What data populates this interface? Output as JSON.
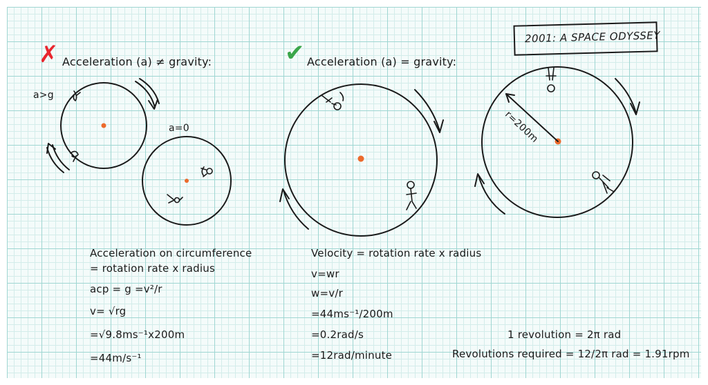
{
  "title": "2001: A SPACE ODYSSEY",
  "colors": {
    "wrong": "#e8262e",
    "right": "#3aa64a",
    "center": "#ec6a2c",
    "ink": "#1a1a1a"
  },
  "left": {
    "mark_symbol": "✗",
    "heading": "Acceleration (a) ≠ gravity:",
    "label_big": "a>g",
    "label_small": "a=0"
  },
  "middle": {
    "mark_symbol": "✔",
    "heading": "Acceleration (a) = gravity:"
  },
  "right": {
    "radius_label": "r=200m"
  },
  "formulas_left": {
    "line1": "Acceleration on circumference",
    "line2": "= rotation rate x radius",
    "line3": "acp = g =v²/r",
    "line4": "v= √rg",
    "line5": "=√9.8ms⁻¹x200m",
    "line6": "=44m/s⁻¹"
  },
  "formulas_mid": {
    "line1": "Velocity = rotation rate x radius",
    "line2": "v=wr",
    "line3": "w=v/r",
    "line4": "=44ms⁻¹/200m",
    "line5": "=0.2rad/s",
    "line6": "=12rad/minute"
  },
  "formulas_right": {
    "line1": "1 revolution = 2π rad",
    "line2": "Revolutions required = 12/2π rad = 1.91rpm"
  }
}
